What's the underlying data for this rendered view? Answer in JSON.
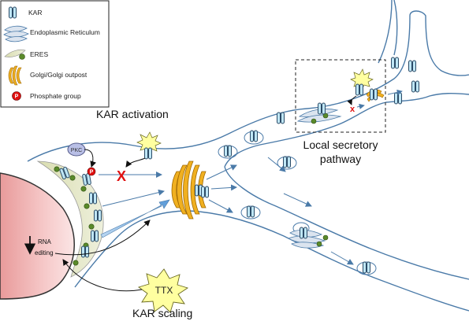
{
  "legend": {
    "items": [
      {
        "icon": "kar-icon",
        "label": "KAR"
      },
      {
        "icon": "er-icon",
        "label": "Endoplasmic Reticulum"
      },
      {
        "icon": "eres-icon",
        "label": "ERES"
      },
      {
        "icon": "golgi-icon",
        "label": "Golgi/Golgi outpost"
      },
      {
        "icon": "phosphate-icon",
        "label": "Phosphate group"
      }
    ],
    "phosphate_symbol": "P"
  },
  "labels": {
    "kar_activation": "KAR activation",
    "local_secretory_line1": "Local secretory",
    "local_secretory_line2": "pathway",
    "pkc": "PKC",
    "rna_line1": "RNA",
    "rna_line2": "editing",
    "ttx": "TTX",
    "kar_scaling": "KAR scaling",
    "block_mark": "X",
    "block_mark_small": "x"
  },
  "colors": {
    "kar_fill": "#bfe6f5",
    "kar_stroke": "#2a4a66",
    "membrane": "#4a7aa8",
    "nucleus": "#f2b8b8",
    "golgi": "#f0b020",
    "eres_green": "#5a8a2a",
    "phosphate_red": "#e01010",
    "star_fill": "#ffffa0",
    "block_red": "#e01010"
  }
}
